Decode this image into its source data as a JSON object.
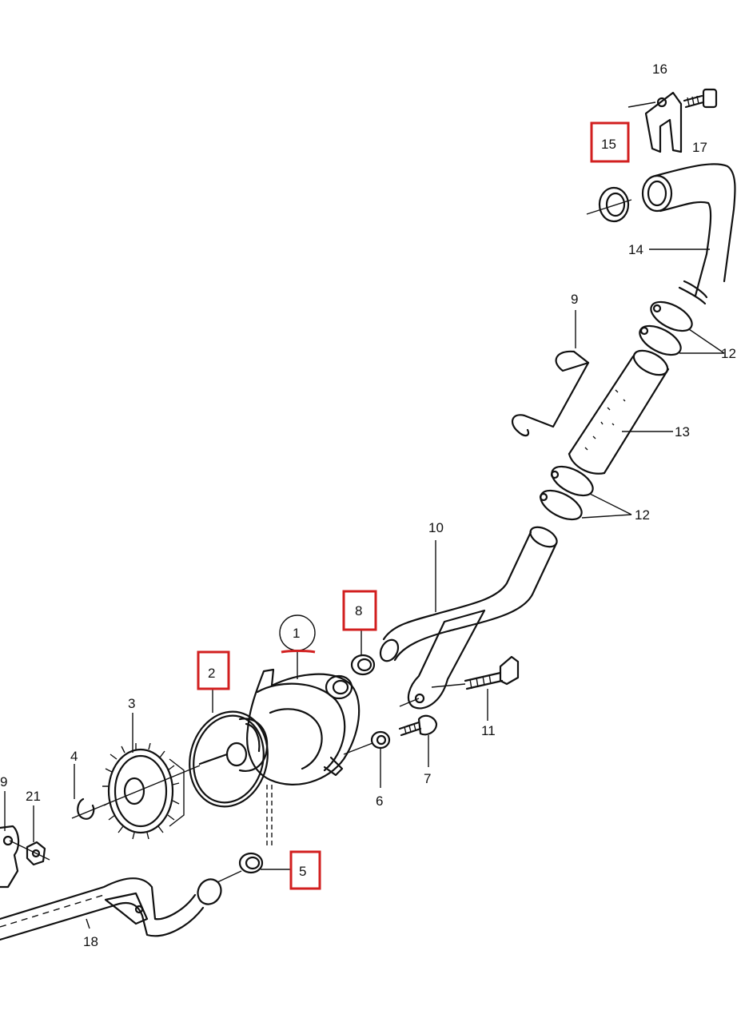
{
  "labels": {
    "p1": "1",
    "p2": "2",
    "p3": "3",
    "p4": "4",
    "p5": "5",
    "p6": "6",
    "p7": "7",
    "p8": "8",
    "p9": "9",
    "p10": "10",
    "p11": "11",
    "p12a": "12",
    "p12b": "12",
    "p13": "13",
    "p14": "14",
    "p15": "15",
    "p16": "16",
    "p17": "17",
    "p18": "18",
    "p19": "9",
    "p21": "21"
  },
  "colors": {
    "highlight": "#d21f1f",
    "ink": "#111111",
    "background": "#ffffff"
  }
}
